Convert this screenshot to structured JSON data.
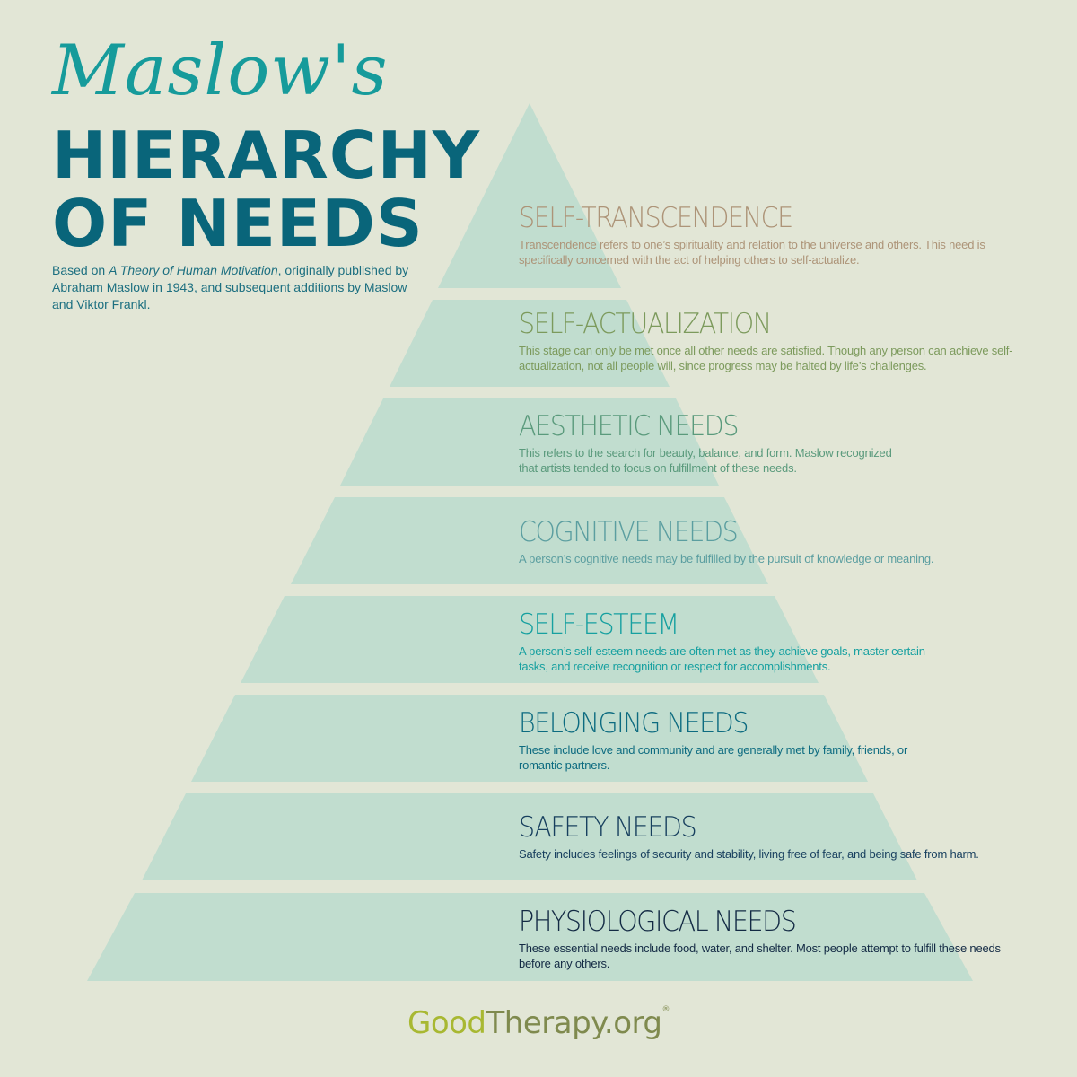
{
  "header": {
    "script_title": "Maslow's",
    "title_line1": "HIERARCHY",
    "title_line2": "OF NEEDS",
    "intro_prefix": "Based on ",
    "intro_italic": "A Theory of Human Motivation",
    "intro_suffix": ", originally published by Abraham Maslow in 1943, and subsequent additions by Maslow and Viktor Frankl."
  },
  "colors": {
    "background": "#e2e6d6",
    "pyramid": "#c1ddcf",
    "script_title": "#169b9b",
    "main_title": "#09657a"
  },
  "levels": [
    {
      "name": "SELF-TRANSCENDENCE",
      "color": "#ad9478",
      "desc": "Transcendence refers to one’s spirituality and relation to the universe and others. This need is specifically concerned with the act of helping others to self-actualize."
    },
    {
      "name": "SELF-ACTUALIZATION",
      "color": "#7c9a5c",
      "desc": "This stage can only be met once all other needs are satisfied. Though any person can achieve self-actualization, not all people will, since progress may be halted by life’s challenges."
    },
    {
      "name": "AESTHETIC NEEDS",
      "color": "#5a9a7c",
      "desc": "This refers to the search for beauty, balance, and form. Maslow recognized that artists tended to focus on fulfillment of these needs."
    },
    {
      "name": "COGNITIVE NEEDS",
      "color": "#5b9ea0",
      "desc": "A person’s cognitive needs may be fulfilled by the pursuit of knowledge or meaning."
    },
    {
      "name": "SELF-ESTEEM",
      "color": "#16a0a0",
      "desc": "A person’s self-esteem needs are often met as they achieve goals, master certain tasks, and receive recognition or respect for accomplishments."
    },
    {
      "name": "BELONGING NEEDS",
      "color": "#0d6b80",
      "desc": "These include love and community and are generally met by family, friends, or romantic partners."
    },
    {
      "name": "SAFETY NEEDS",
      "color": "#173f5e",
      "desc": "Safety includes feelings of security and stability, living free of fear, and being safe from harm."
    },
    {
      "name": "PHYSIOLOGICAL NEEDS",
      "color": "#132a44",
      "desc": "These essential needs include food, water, and shelter. Most people attempt to fulfill these needs before any others."
    }
  ],
  "footer": {
    "brand_good": "Good",
    "brand_rest": "Therapy.org",
    "registered": "®"
  }
}
